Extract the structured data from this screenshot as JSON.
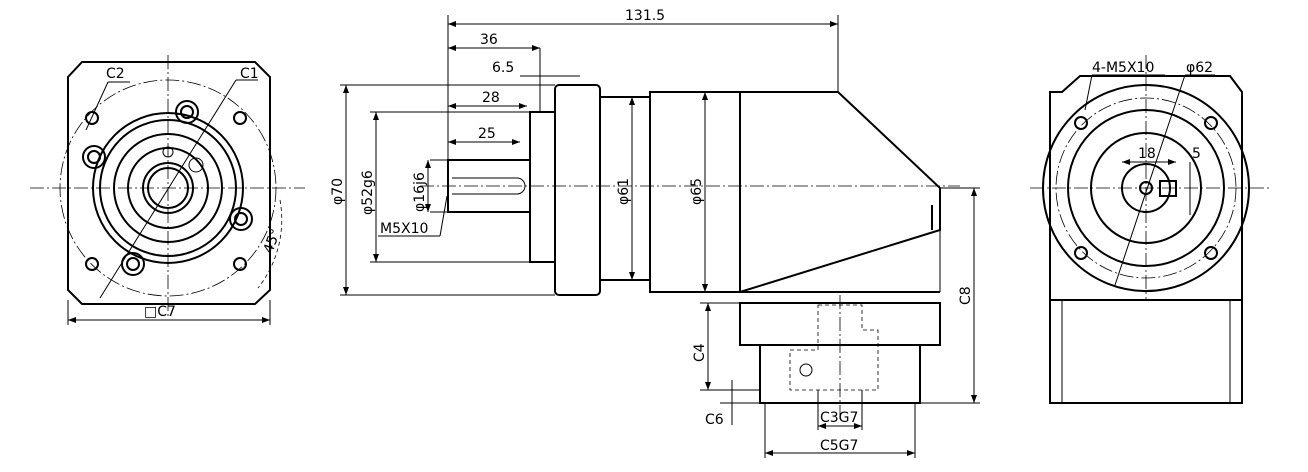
{
  "front_view": {
    "labels": {
      "c2": "C2",
      "c1": "C1",
      "square": "□C7",
      "angle": "45°"
    }
  },
  "side_view": {
    "labels": {
      "overall_length": "131.5",
      "len36": "36",
      "len6_5": "6.5",
      "len28": "28",
      "len25": "25",
      "dia70": "φ70",
      "dia52": "φ52g6",
      "dia16": "φ16j6",
      "thread": "M5X10",
      "dia61": "φ61",
      "dia65": "φ65",
      "c8": "C8",
      "c4": "C4",
      "c6": "C6",
      "c3": "C3G7",
      "c5": "C5G7"
    }
  },
  "rear_view": {
    "labels": {
      "holes": "4-M5X10",
      "dia62": "φ62",
      "w18": "18",
      "k5": "5"
    }
  }
}
